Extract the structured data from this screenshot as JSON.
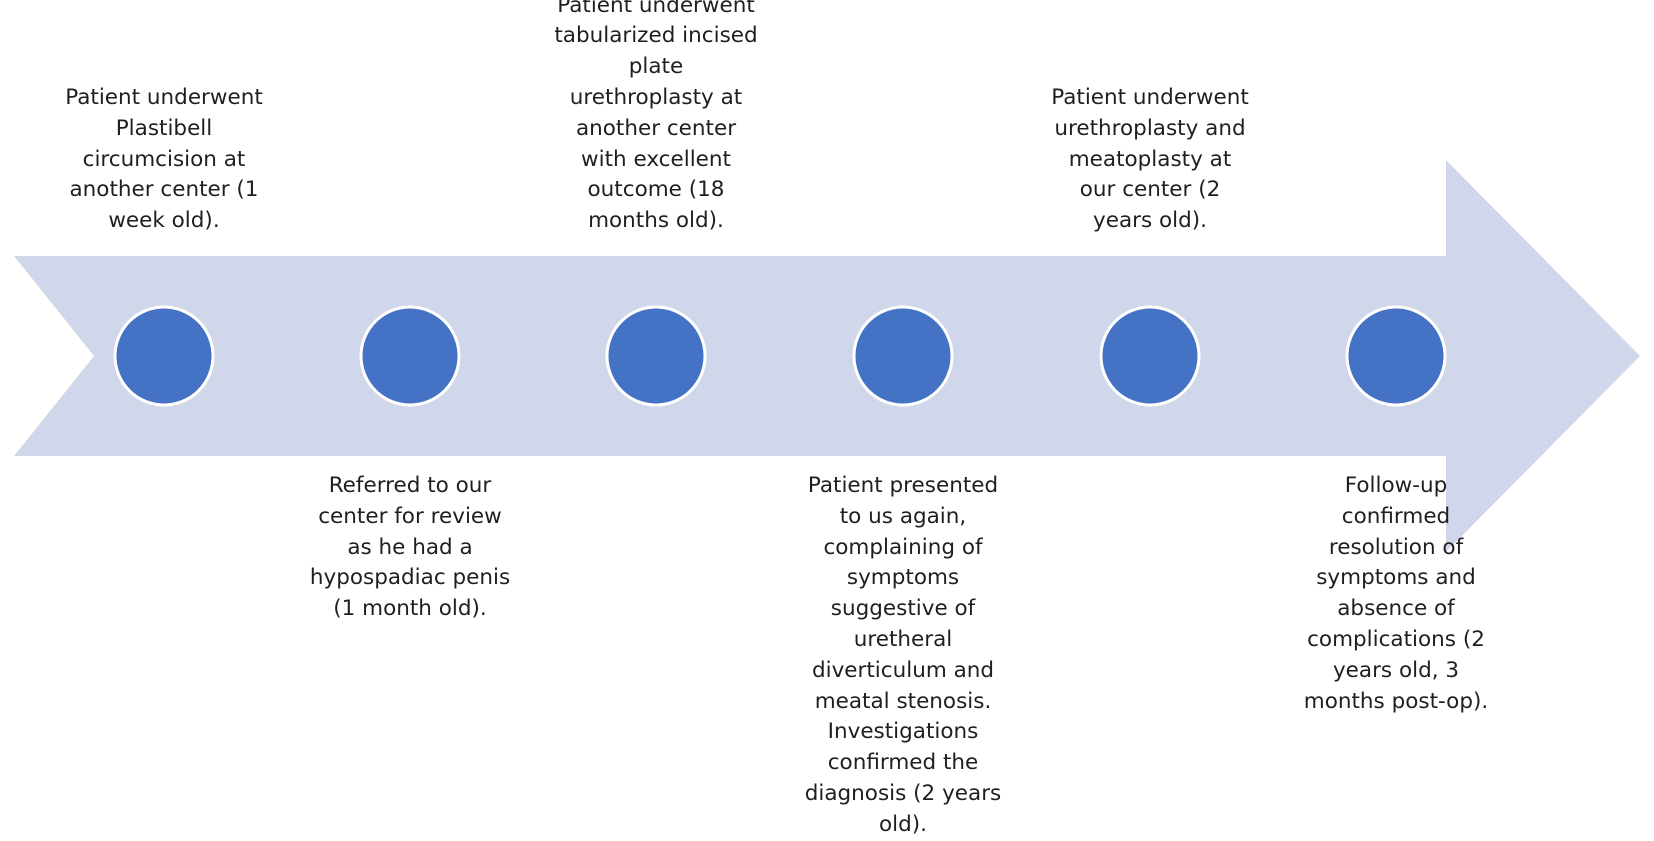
{
  "colors": {
    "arrow_fill": "#d0d7ea",
    "node_fill": "#4472c4",
    "node_stroke": "#ffffff",
    "text": "#1f1f1f"
  },
  "events": [
    {
      "position": "above",
      "lines": [
        "Patient underwent",
        "Plastibell",
        "circumcision at",
        "another center (1",
        "week old)."
      ]
    },
    {
      "position": "below",
      "lines": [
        "Referred to our",
        "center for review",
        "as he had a",
        "hypospadiac penis",
        "(1 month old)."
      ]
    },
    {
      "position": "above",
      "lines": [
        "Patient underwent",
        "tabularized incised",
        "plate",
        "urethroplasty at",
        "another center",
        "with excellent",
        "outcome (18",
        "months old)."
      ]
    },
    {
      "position": "below",
      "lines": [
        "Patient presented",
        "to us again,",
        "complaining of",
        "symptoms",
        "suggestive of",
        "uretheral",
        "diverticulum and",
        "meatal stenosis.",
        "Investigations",
        "confirmed the",
        "diagnosis (2 years",
        "old)."
      ]
    },
    {
      "position": "above",
      "lines": [
        "Patient underwent",
        "urethroplasty and",
        "meatoplasty at",
        "our center (2",
        "years old)."
      ]
    },
    {
      "position": "below",
      "lines": [
        "Follow-up",
        "confirmed",
        "resolution of",
        "symptoms and",
        "absence of",
        "complications (2",
        "years old, 3",
        "months post-op)."
      ]
    }
  ]
}
